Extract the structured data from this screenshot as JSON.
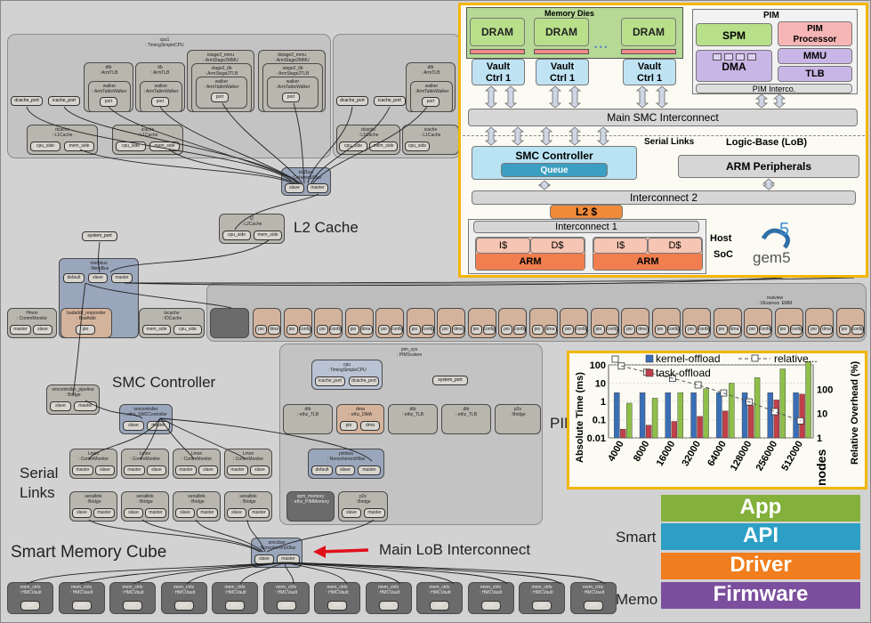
{
  "labels": {
    "l2_cache": "L2 Cache",
    "smc_controller": "SMC Controller",
    "serial_links_line1": "Serial",
    "serial_links_line2": "Links",
    "smart_memory_cube": "Smart Memory Cube",
    "main_lob": "Main LoB Interconnect",
    "pim_side": "PIM",
    "smart_side": "Smart",
    "memory_side": "Memo"
  },
  "small_nodes": {
    "cpu1": "cpu1\n: TimingSimpleCPU",
    "dtb": "dtb\n: ArmTLB",
    "itb": "itb\n: ArmTLB",
    "istage2": "istage2_mmu\n: ArmStage2MMU",
    "dstage2": "dstage2_mmu\n: ArmStage2MMU",
    "walker": "walker\n: ArmTableWalker",
    "stage2_tlb": "stage2_tlb\n: ArmStage2TLB",
    "dcache_port": "dcache_port",
    "icache_port": "icache_port",
    "dcache": "dcache\n: L1Cache",
    "icache": "icache\n: L1Cache",
    "cpu_side": "cpu_side",
    "mem_side": "mem_side",
    "port": "port",
    "tol2bus": "tol2bus\n: CoherentXBar",
    "slave": "slave",
    "master": "master",
    "l2": "l2\n: L2Cache",
    "system_port": "system_port",
    "membus": "membus\n: MemBus",
    "default": "default",
    "badaddr": "badaddr_responder\n: BadAddr",
    "pio": "pio",
    "iocache": "iocache\n: IOCache",
    "hmon": "Hmon\n: CommMonitor",
    "smcctrl_pipe": "smcontroller_pipeline\n: Bridge",
    "smcctrl": "smcontroller\n: ethz_SMCController",
    "lmon": "Lmon\n: CommMonitor",
    "seriallink": "seriallink\n: Bridge",
    "pim_sys": "pim_sys\n: PIMSystem",
    "pim_cpu": "cpu\n: TimingSimpleCPU",
    "ethz_dtb": "dtb\n: ethz_TLB",
    "ethz_dma": "dma\n: ethz_DMA",
    "pimbus": "pimbus\n: NoncoherentXBar",
    "spm": "spm_memory\n: ethz_PIMMemory",
    "p2s": "p2s\n: Bridge",
    "smcxbar": "smcxbar\n: NoncoherentXBar",
    "mem_ctrl": "mem_ctrls\n: HMCVault",
    "realview": "realview\n: VExpress_EMM",
    "dma": "dma",
    "config": "config"
  },
  "overlay": {
    "memory_dies": "Memory Dies",
    "dram": "DRAM",
    "dots": "• • •",
    "vault_ctrl_1": "Vault",
    "vault_ctrl_2": "Ctrl 1",
    "pim": "PIM",
    "spm": "SPM",
    "pim_processor_1": "PIM",
    "pim_processor_2": "Processor",
    "dma": "DMA",
    "mmu": "MMU",
    "tlb": "TLB",
    "pim_interco": "PIM Interco.",
    "main_smc": "Main SMC Interconnect",
    "serial_links": "Serial Links",
    "lob": "Logic-Base (LoB)",
    "smc_controller": "SMC Controller",
    "queue": "Queue",
    "arm_peripherals": "ARM Peripherals",
    "interconnect2": "Interconnect 2",
    "l2": "L2 $",
    "interconnect1": "Interconnect 1",
    "icache": "I$",
    "dcache": "D$",
    "arm": "ARM",
    "host_soc_1": "Host",
    "host_soc_2": "SoC",
    "gem5": "gem5"
  },
  "chart_data": {
    "type": "bar",
    "xlabel": "nodes",
    "ylabel": "Absolute Time (ms)",
    "ylabel2": "Relative Overhead (%)",
    "categories": [
      "4000",
      "8000",
      "16000",
      "32000",
      "64000",
      "128000",
      "256000",
      "512000"
    ],
    "ylim": [
      0.01,
      100
    ],
    "y2lim": [
      1,
      1000
    ],
    "y_scale": "log",
    "y_ticks": [
      "0.01",
      "0.1",
      "1",
      "10",
      "100"
    ],
    "y2_ticks": [
      "1",
      "10",
      "100"
    ],
    "series": [
      {
        "name": "kernel-offload",
        "color": "#3a6fb8",
        "values": [
          3,
          3,
          3,
          3,
          3,
          3,
          3,
          3
        ]
      },
      {
        "name": "task-offload",
        "color": "#c0404a",
        "values": [
          0.03,
          0.05,
          0.08,
          0.15,
          0.3,
          0.6,
          1.2,
          2.5
        ]
      },
      {
        "name": "",
        "color": "#8fbf4a",
        "values": [
          0.8,
          1.5,
          3,
          5,
          10,
          20,
          60,
          150
        ]
      }
    ],
    "relative_series_label": "relative...",
    "relative": [
      900,
      500,
      280,
      150,
      70,
      30,
      12,
      5
    ]
  },
  "legend_stack": {
    "app": "App",
    "api": "API",
    "driver": "Driver",
    "firmware": "Firmware",
    "colors": {
      "app": "#84b03c",
      "api": "#2d9fc4",
      "driver": "#f07e1e",
      "firmware": "#7b4f9e"
    }
  }
}
